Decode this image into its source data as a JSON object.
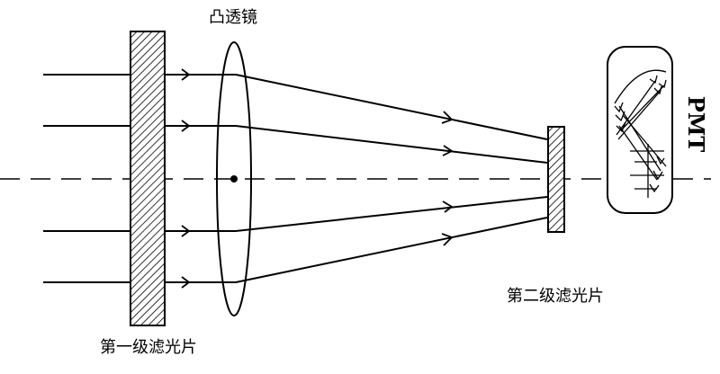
{
  "labels": {
    "lens": "凸透镜",
    "filter1": "第一级滤光片",
    "filter2": "第二级滤光片",
    "pmt": "PMT"
  },
  "colors": {
    "stroke": "#000000",
    "background": "#ffffff",
    "hatch": "#000000"
  }
}
